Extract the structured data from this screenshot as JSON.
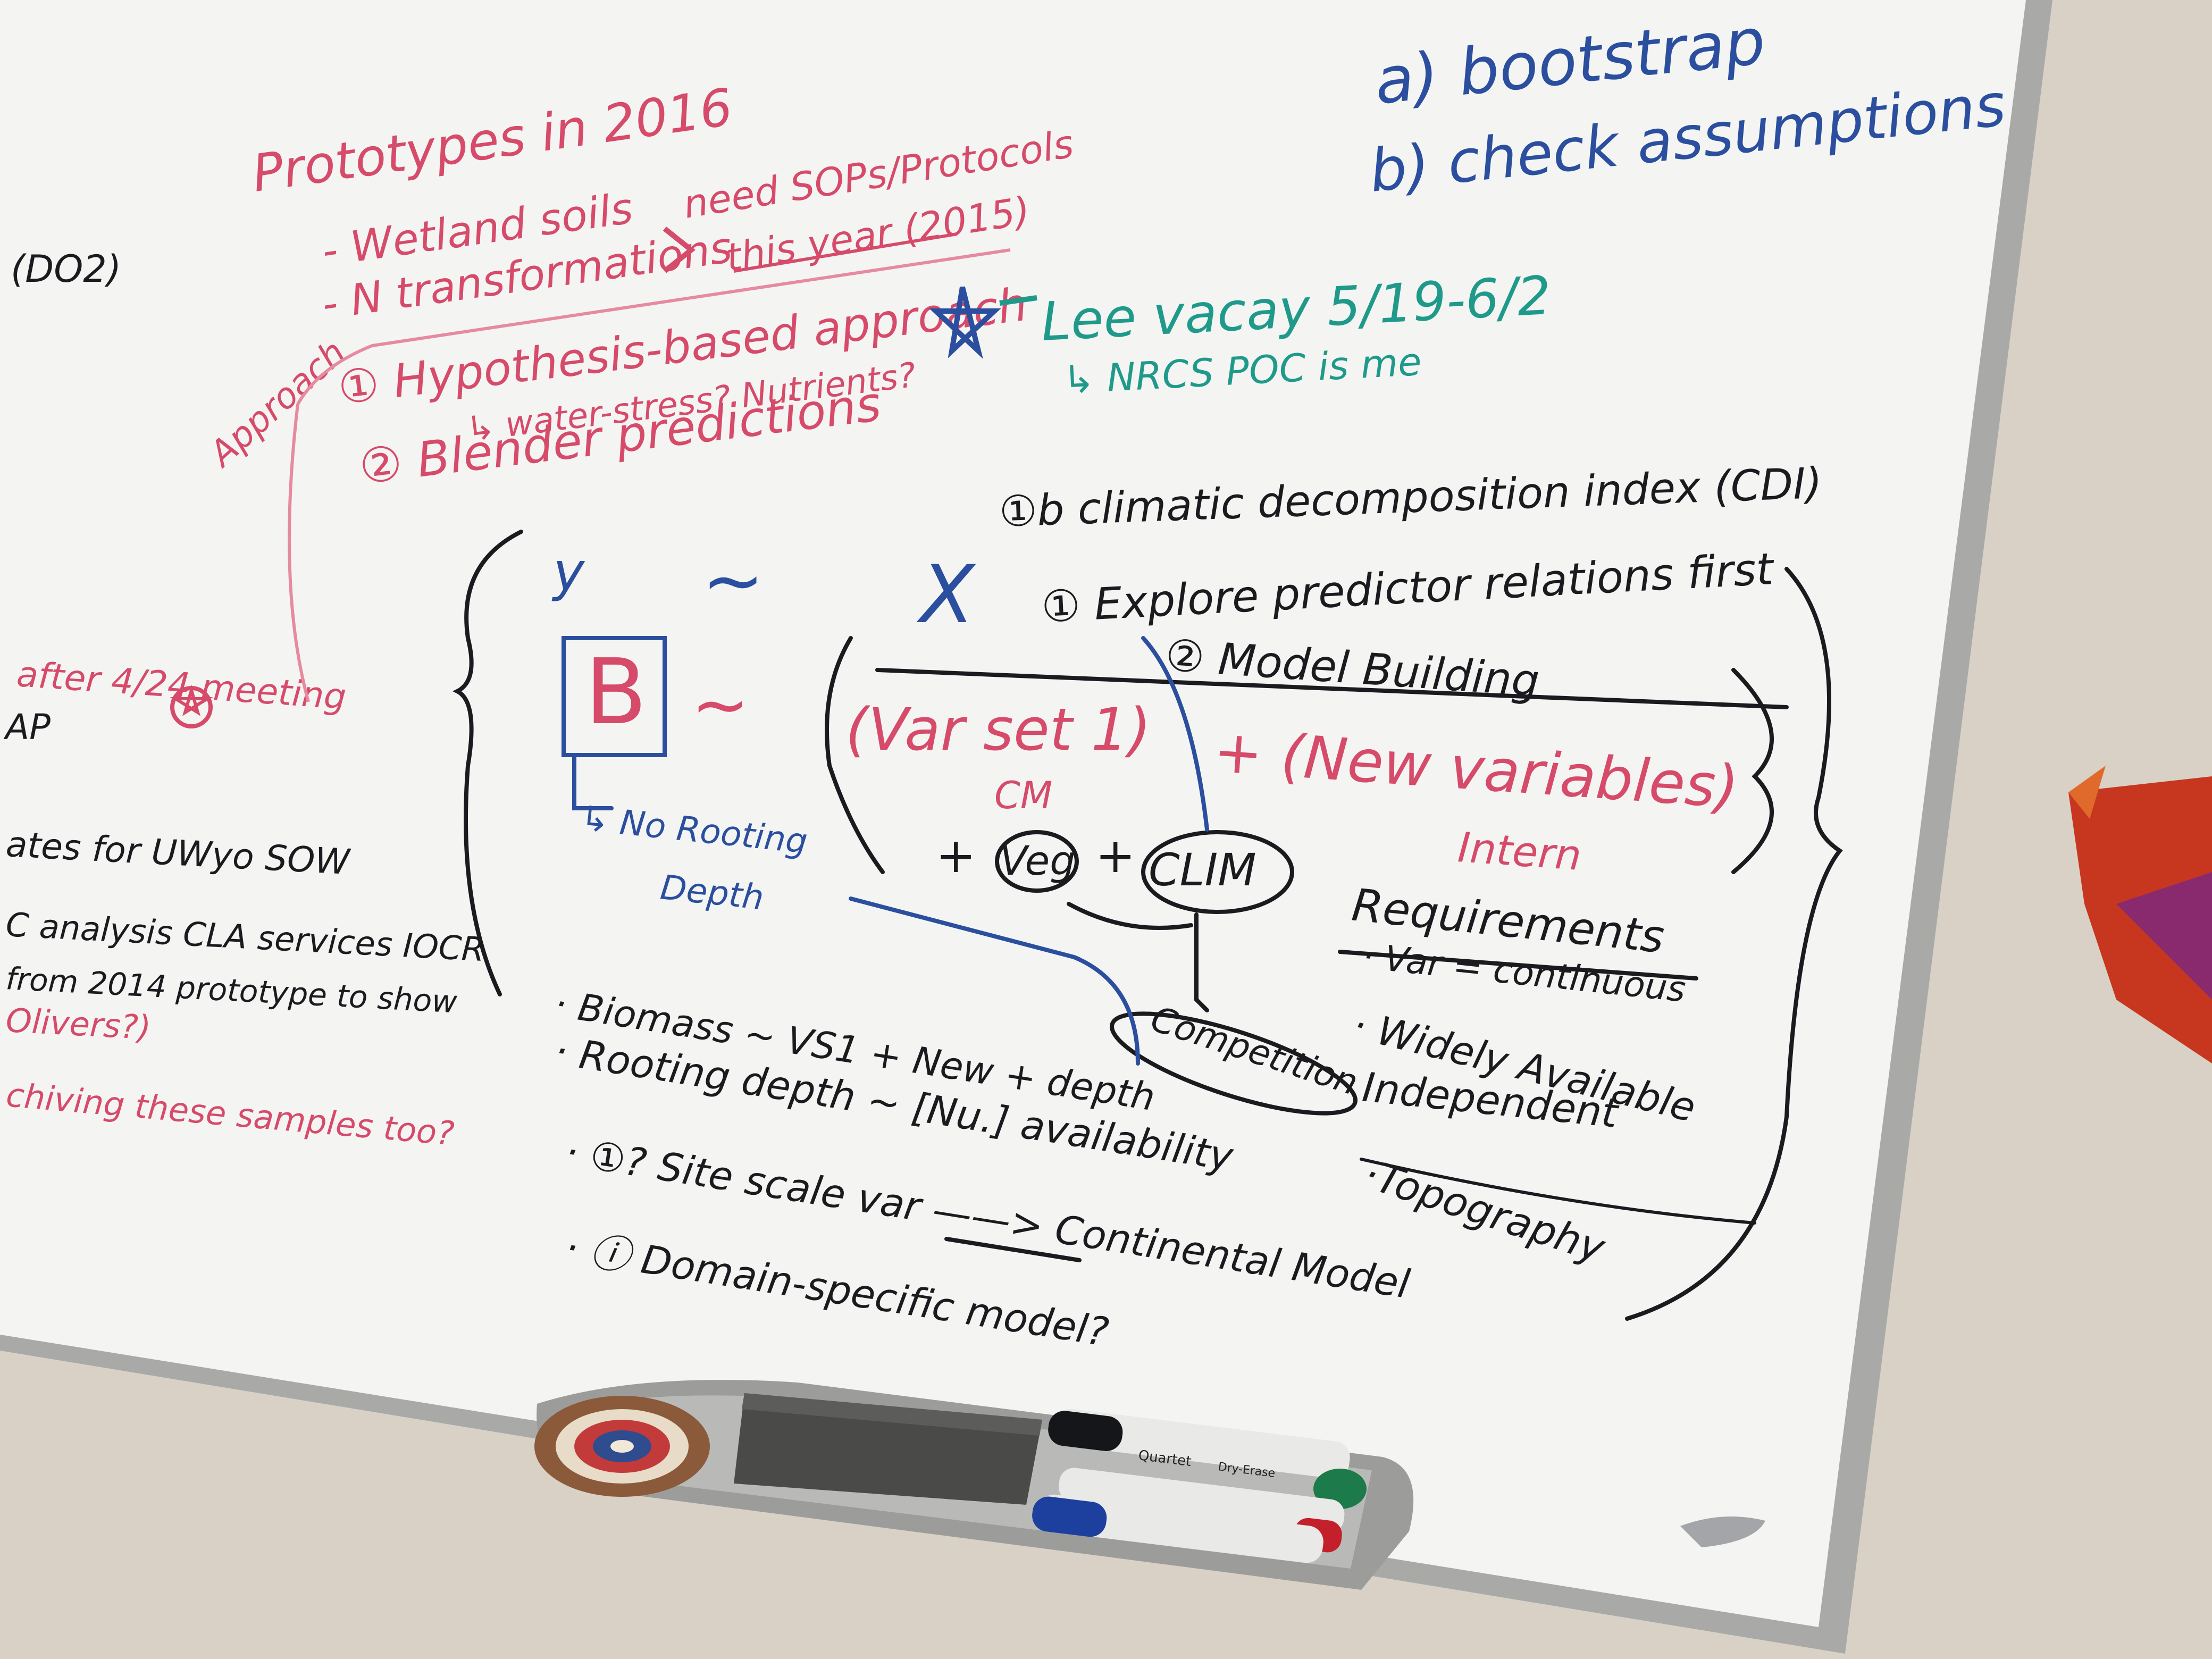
{
  "colors": {
    "wall": "#d9d1c6",
    "board": "#f4f5f3",
    "frame": "#a9aaa8",
    "marker_red": "#d64a6a",
    "marker_blue": "#2b4f9e",
    "marker_green": "#1f9a8a",
    "marker_black": "#1b1b1f"
  },
  "blue_notes": {
    "a": "a) bootstrap",
    "b": "b) check assumptions"
  },
  "red_notes": {
    "prototypes": "Prototypes in 2016",
    "wetland": "- Wetland soils",
    "n_trans": "- N transformations",
    "need_sops": "need SOPs/Protocols",
    "this_year": "this year (2015)",
    "approach": "Approach",
    "hypothesis": "① Hypothesis-based approach",
    "water_stress": "↳ water-stress? Nutrients?",
    "blender": "② Blender predictions",
    "after_meeting": "after 4/24 meeting",
    "ap": "AP",
    "olivers": "Olivers?)",
    "archiving": "chiving these samples too?"
  },
  "green_notes": {
    "lee": "Lee vacay 5/19-6/2",
    "nrcs": "↳ NRCS POC is me"
  },
  "left_edge": {
    "do2": "(DO2)",
    "uwyo": "ates for UWyo SOW",
    "analysis": "C analysis CLA services IOCR",
    "from2014": "from 2014 prototype to show"
  },
  "model_diagram": {
    "cdi": "①b climatic decomposition index (CDI)",
    "explore": "① Explore predictor relations first",
    "model_building": "② Model Building",
    "y": "y",
    "tilde": "~",
    "x": "X",
    "beta": "B",
    "varset": "(Var set 1)",
    "plus_new": "+ (New variables)",
    "cm": "CM",
    "intern": "Intern",
    "veg": "Veg",
    "clim": "CLIM",
    "plus": "+",
    "competition": "Competition",
    "no_rooting": "↳ No Rooting",
    "depth": "Depth"
  },
  "requirements": {
    "title": "Requirements",
    "item1": "· Var = continuous",
    "item2": "· Widely Available",
    "item3": "Independent",
    "item4": "·Topography"
  },
  "bullets": {
    "biomass": "· Biomass ~ VS1 + New + depth",
    "rooting": "· Rooting depth ~ [Nu.] availability",
    "site_scale": "· ①? Site scale var ——> Continental Model",
    "domain": "· ⓘ Domain-specific model?"
  },
  "markers": {
    "brand": "Quartet",
    "label": "Dry-Erase"
  }
}
